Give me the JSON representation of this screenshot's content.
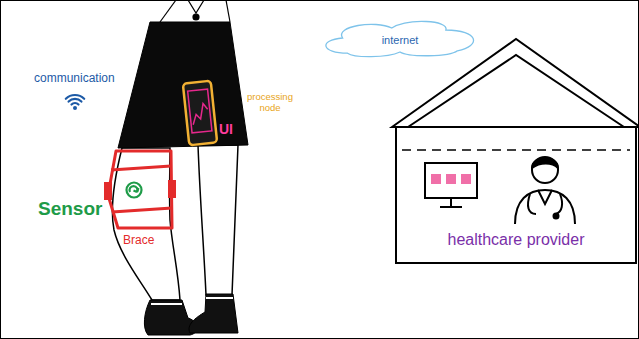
{
  "diagram": {
    "nodes": [
      {
        "text": [
          "internet"
        ]
      },
      {
        "text": [
          "healthcare provider"
        ]
      }
    ],
    "labels": [
      "communication",
      "processing node",
      "UI",
      "Sensor",
      "Brace"
    ]
  }
}
